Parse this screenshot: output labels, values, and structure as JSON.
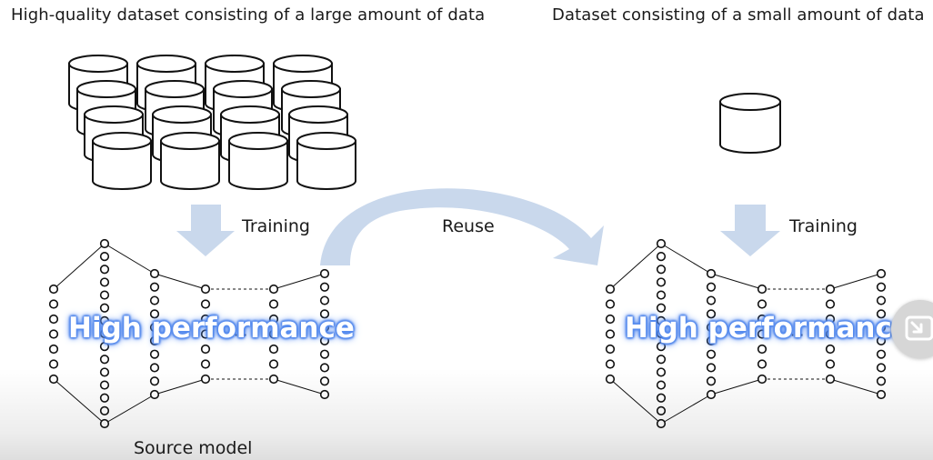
{
  "left": {
    "heading": "High-quality dataset consisting of a large amount of data",
    "training_label": "Training",
    "badge": "High performance",
    "caption": "Source model"
  },
  "right": {
    "heading": "Dataset consisting of a small amount of data",
    "training_label": "Training",
    "badge": "High performance"
  },
  "reuse_label": "Reuse",
  "colors": {
    "arrow": "#c9d8ec",
    "stroke": "#111111",
    "badge_glow": "#5a8ff0"
  }
}
